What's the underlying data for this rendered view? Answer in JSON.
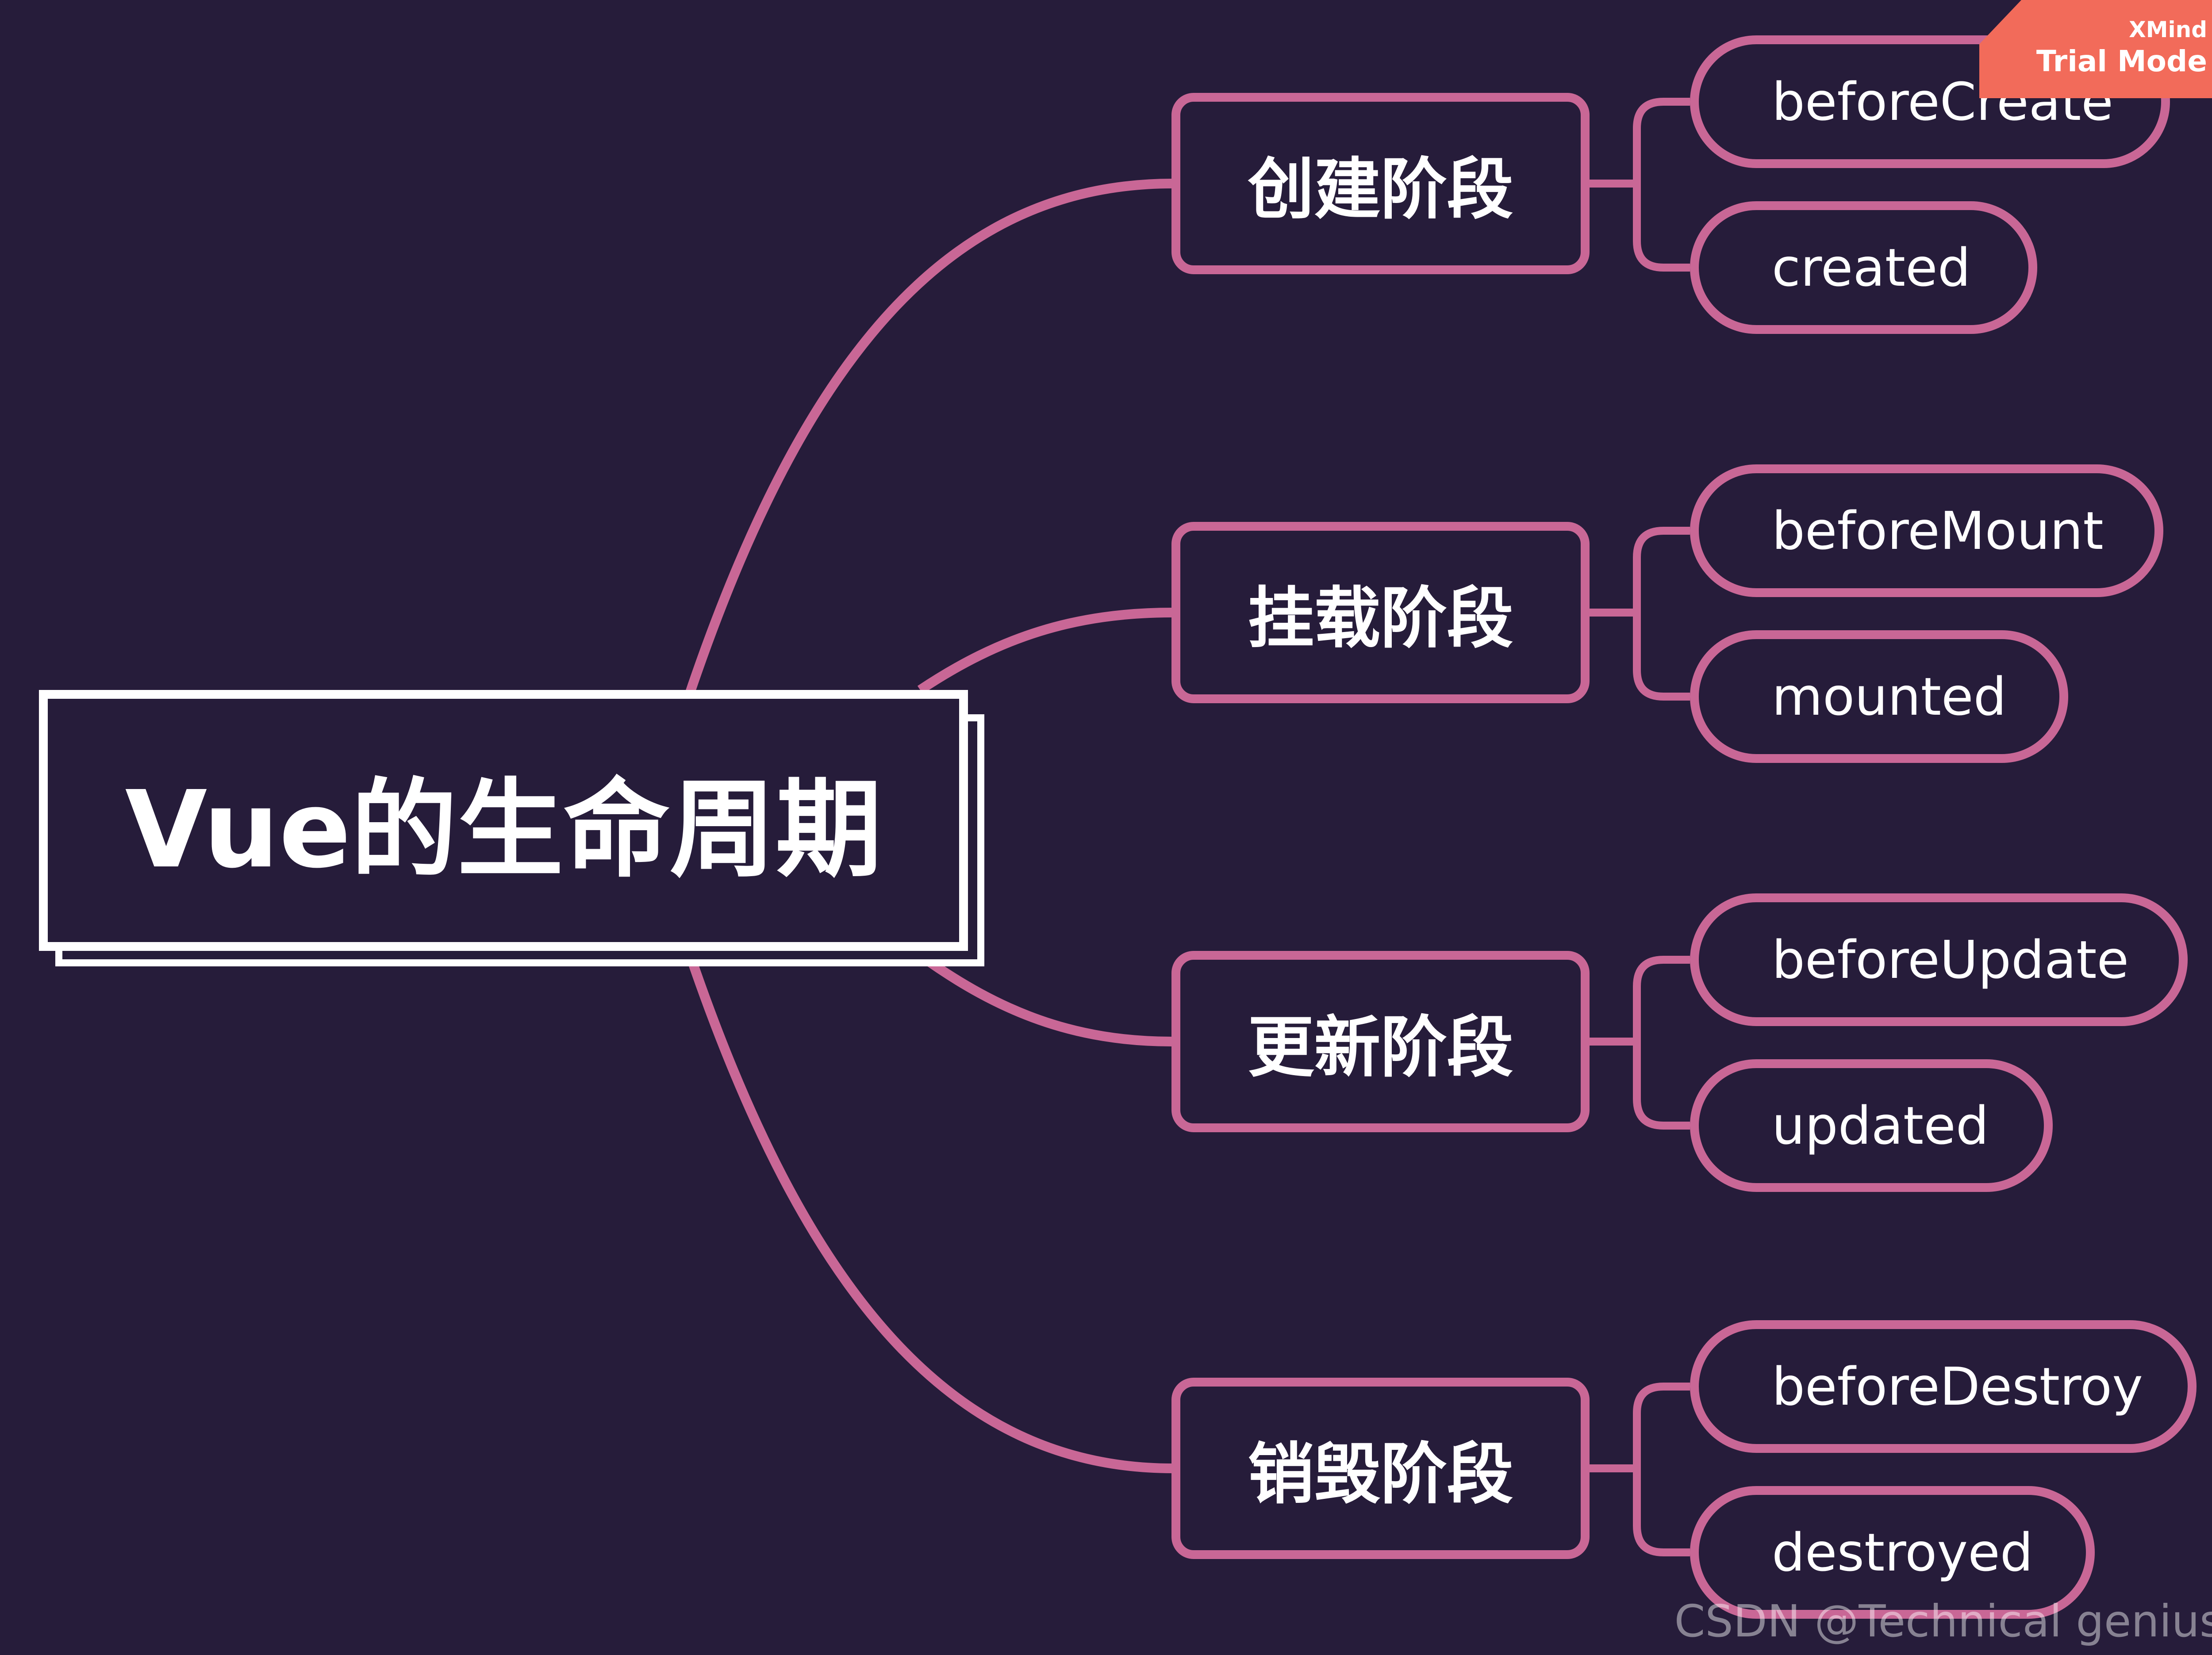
{
  "colors": {
    "background": "#261c3a",
    "accent": "#c96796",
    "root_border": "#ffffff",
    "text": "#ffffff",
    "badge": "#f26b5a"
  },
  "root": {
    "label": "Vue的生命周期"
  },
  "stages": [
    {
      "label": "创建阶段",
      "hooks": [
        "beforeCreate",
        "created"
      ]
    },
    {
      "label": "挂载阶段",
      "hooks": [
        "beforeMount",
        "mounted"
      ]
    },
    {
      "label": "更新阶段",
      "hooks": [
        "beforeUpdate",
        "updated"
      ]
    },
    {
      "label": "销毁阶段",
      "hooks": [
        "beforeDestroy",
        "destroyed"
      ]
    }
  ],
  "badge": {
    "brand": "XMind",
    "mode": "Trial Mode"
  },
  "watermark": "CSDN @Technical genius"
}
